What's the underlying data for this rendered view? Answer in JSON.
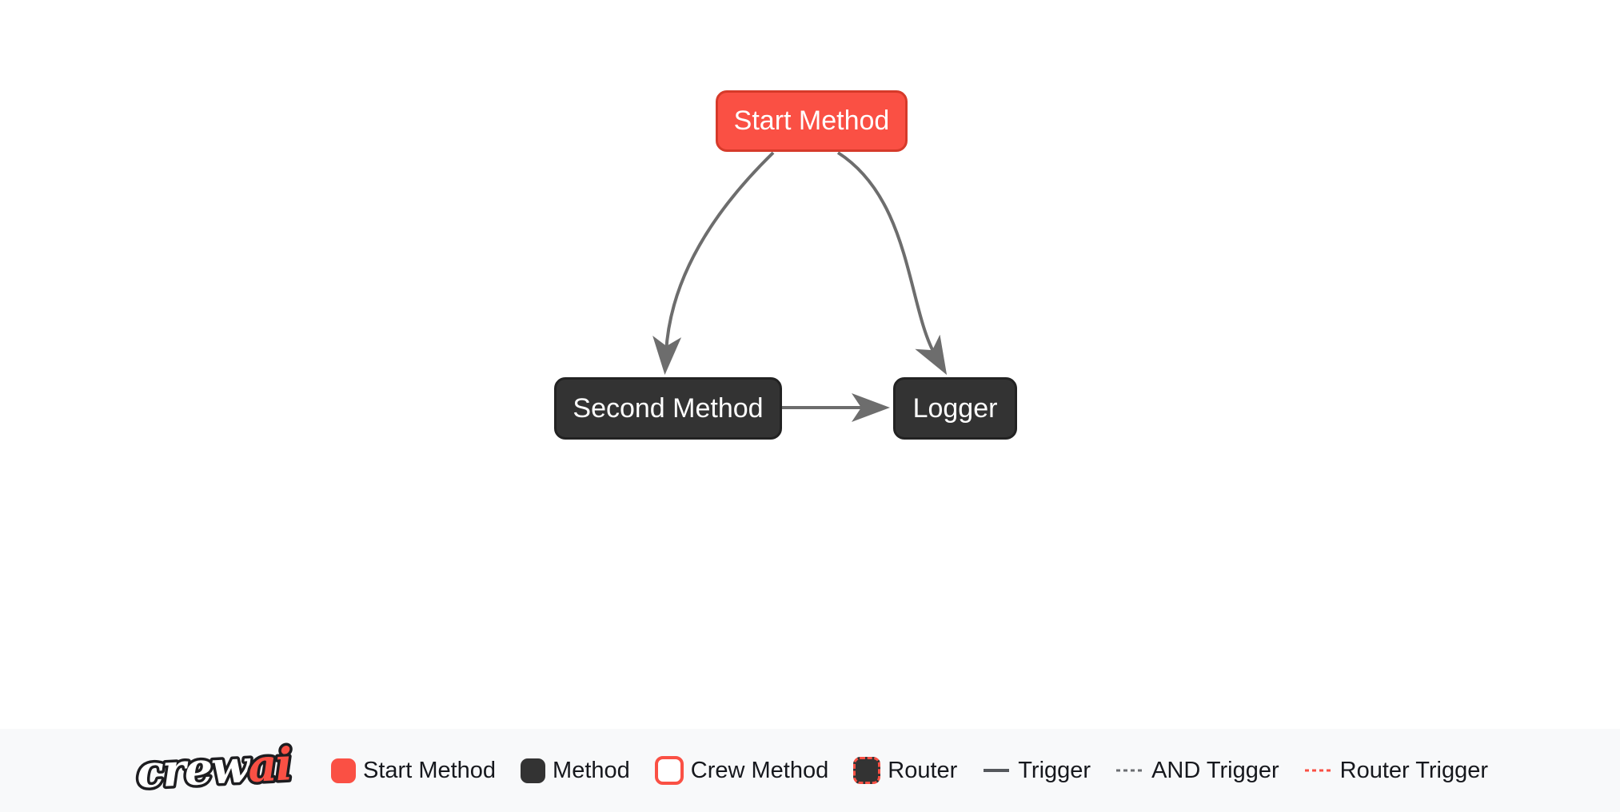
{
  "diagram": {
    "nodes": [
      {
        "id": "start_method",
        "label": "Start Method",
        "kind": "start-method"
      },
      {
        "id": "second_method",
        "label": "Second Method",
        "kind": "method"
      },
      {
        "id": "logger",
        "label": "Logger",
        "kind": "method"
      }
    ],
    "edges": [
      {
        "from": "Start Method",
        "to": "Second Method",
        "type": "Trigger"
      },
      {
        "from": "Start Method",
        "to": "Logger",
        "type": "Trigger"
      },
      {
        "from": "Second Method",
        "to": "Logger",
        "type": "Trigger"
      }
    ]
  },
  "legend": {
    "brand": {
      "crew": "crew",
      "ai": "ai"
    },
    "items": [
      {
        "label": "Start Method",
        "swatch": "start-method-swatch"
      },
      {
        "label": "Method",
        "swatch": "method-swatch"
      },
      {
        "label": "Crew Method",
        "swatch": "crew-method-swatch"
      },
      {
        "label": "Router",
        "swatch": "router-swatch"
      },
      {
        "label": "Trigger",
        "swatch": "trigger-line"
      },
      {
        "label": "AND Trigger",
        "swatch": "and-trigger-line"
      },
      {
        "label": "Router Trigger",
        "swatch": "router-trigger-line"
      }
    ]
  },
  "colors": {
    "red": "#FA5044",
    "redBorder": "#D63A2A",
    "dark": "#333333",
    "darkBorder": "#222222",
    "edge": "#6d6d6d",
    "footerBg": "#f8f9fa",
    "canvasBg": "#ffffff",
    "legendText": "#16181d",
    "lineSolid": "#55585c",
    "lineAnd": "#6b6e72"
  }
}
